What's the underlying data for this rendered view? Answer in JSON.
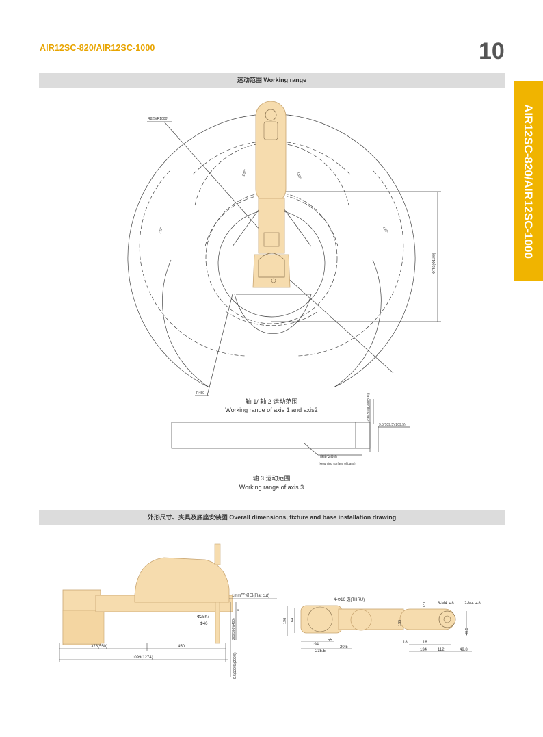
{
  "header": {
    "title": "AIR12SC-820/AIR12SC-1000",
    "page_number": "10"
  },
  "side_tab": {
    "text": "AIR12SC-820/AIR12SC-1000"
  },
  "section1": {
    "title": "运动范围 Working range",
    "axis12_cn": "轴 1/ 轴 2 运动范围",
    "axis12_en": "Working range of axis 1 and axis2",
    "axis3_cn": "轴 3 运动范围",
    "axis3_en": "Working range of axis 3",
    "labels": {
      "r825": "R825(R1000)",
      "r450": "R450",
      "a132": "132°",
      "a135a": "135°",
      "a132b": "132°",
      "a135b": "135°",
      "dia": "Φ750(Φ1100)",
      "stroke": "200(300)(Max300)",
      "offset": "9.5(109.5)(209.5)",
      "mount_cn": "底座安装面",
      "mount_en": "(Mounting surface of base)"
    }
  },
  "section2": {
    "title": "外形尺寸、夹具及底座安装图 Overall dimensions, fixture and base installation drawing",
    "left_labels": {
      "flat_cut": "1mm平切口(Flat cut)",
      "d25": "Φ25h7",
      "d46": "Φ46",
      "d375": "375(550)",
      "d450": "450",
      "d1099": "1099(1274)",
      "v10": "10",
      "v200": "200(300)(400)",
      "v95": "9.5(109.5)(209.5)"
    },
    "right_labels": {
      "holes": "4-Φ16 透(THRU)",
      "h196": "196",
      "h164": "164",
      "w194": "194",
      "w55": "55",
      "w235": "235.5",
      "w20": "20.5",
      "h135": "135",
      "h131": "131",
      "m4a": "8-M4 ∓8",
      "m4b": "2-M4 ∓8",
      "w18a": "18",
      "w18b": "18",
      "w134": "134",
      "w112": "112",
      "h46": "46.5",
      "w49": "49.8"
    }
  },
  "colors": {
    "accent": "#f0b400",
    "robot": "#f6dcae",
    "robot_edge": "#c9a672",
    "band": "#dcdcdc"
  }
}
